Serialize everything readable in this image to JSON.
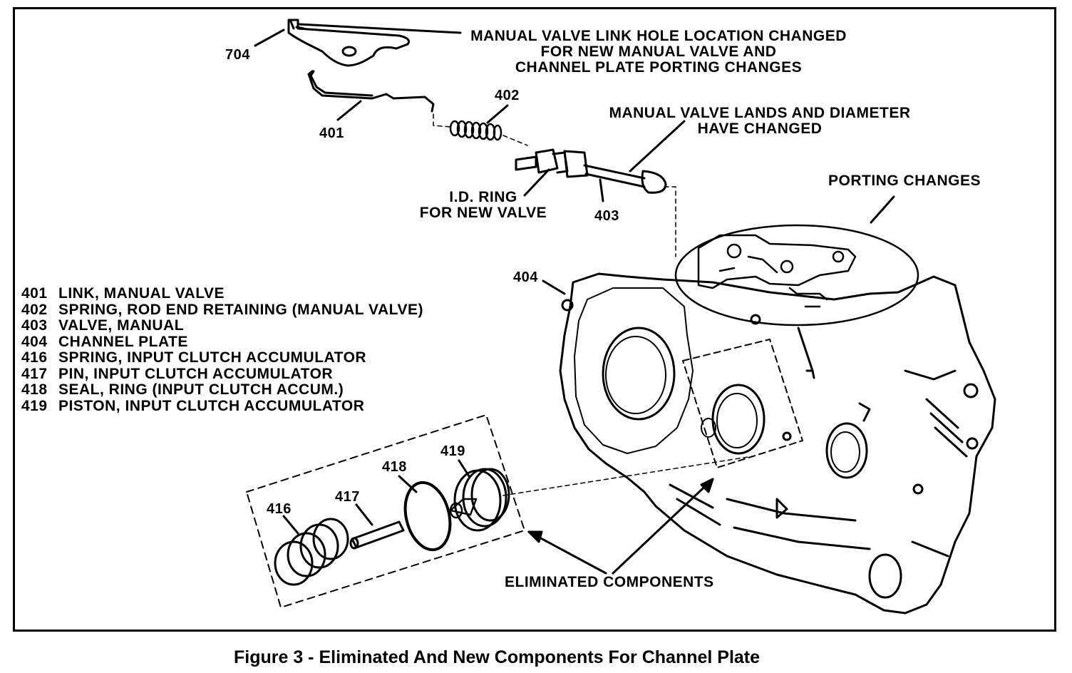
{
  "callouts": {
    "link_hole": [
      "MANUAL VALVE LINK HOLE LOCATION CHANGED",
      "FOR NEW MANUAL VALVE AND",
      "CHANNEL PLATE PORTING CHANGES"
    ],
    "valve_lands": [
      "MANUAL VALVE LANDS AND DIAMETER",
      "HAVE CHANGED"
    ],
    "porting": "PORTING CHANGES",
    "id_ring": [
      "I.D. RING",
      "FOR NEW VALVE"
    ],
    "eliminated": "ELIMINATED COMPONENTS"
  },
  "parts": {
    "p704": "704",
    "p401": "401",
    "p402": "402",
    "p403": "403",
    "p404": "404",
    "p416": "416",
    "p417": "417",
    "p418": "418",
    "p419": "419"
  },
  "legend": [
    {
      "code": "401",
      "desc": "LINK, MANUAL VALVE"
    },
    {
      "code": "402",
      "desc": "SPRING, ROD END RETAINING (MANUAL VALVE)"
    },
    {
      "code": "403",
      "desc": "VALVE, MANUAL"
    },
    {
      "code": "404",
      "desc": "CHANNEL PLATE"
    },
    {
      "code": "416",
      "desc": "SPRING, INPUT CLUTCH ACCUMULATOR"
    },
    {
      "code": "417",
      "desc": "PIN, INPUT CLUTCH ACCUMULATOR"
    },
    {
      "code": "418",
      "desc": "SEAL, RING (INPUT CLUTCH ACCUM.)"
    },
    {
      "code": "419",
      "desc": "PISTON, INPUT CLUTCH ACCUMULATOR"
    }
  ],
  "caption": "Figure 3 - Eliminated And New Components For Channel Plate"
}
